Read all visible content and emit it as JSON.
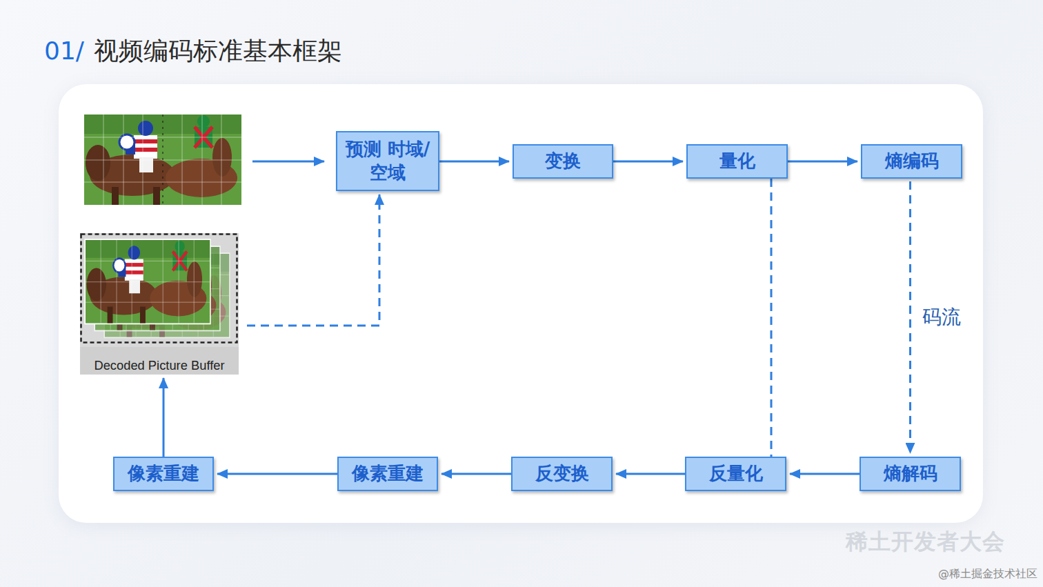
{
  "diagram": {
    "title": "视频编码标准基本框架",
    "nodes": [
      {
        "text": [
          "预测 时域/空域"
        ]
      },
      {
        "text": [
          "变换"
        ]
      },
      {
        "text": [
          "量化"
        ]
      },
      {
        "text": [
          "熵编码"
        ]
      },
      {
        "text": [
          "熵解码"
        ]
      },
      {
        "text": [
          "反量化"
        ]
      },
      {
        "text": [
          "反变换"
        ]
      },
      {
        "text": [
          "像素重建"
        ]
      },
      {
        "text": [
          "像素重建"
        ]
      },
      {
        "text": [
          "Decoded Picture Buffer"
        ]
      }
    ],
    "edges": [
      {
        "from": 0,
        "to": 1,
        "arrow": "to"
      },
      {
        "from": 1,
        "to": 2,
        "arrow": "to"
      },
      {
        "from": 2,
        "to": 3,
        "arrow": "to"
      },
      {
        "from": 3,
        "to": 4,
        "label": "码流",
        "arrow": "to"
      },
      {
        "from": 2,
        "to": 5,
        "arrow": "none"
      },
      {
        "from": 4,
        "to": 5,
        "arrow": "to"
      },
      {
        "from": 5,
        "to": 6,
        "arrow": "to"
      },
      {
        "from": 6,
        "to": 7,
        "arrow": "to"
      },
      {
        "from": 7,
        "to": 8,
        "arrow": "to"
      },
      {
        "from": 8,
        "to": 9,
        "arrow": "to"
      },
      {
        "from": 9,
        "to": 0,
        "arrow": "to"
      }
    ],
    "labels": [
      "01/",
      "稀土开发者大会",
      "@稀土掘金技术社区"
    ]
  }
}
